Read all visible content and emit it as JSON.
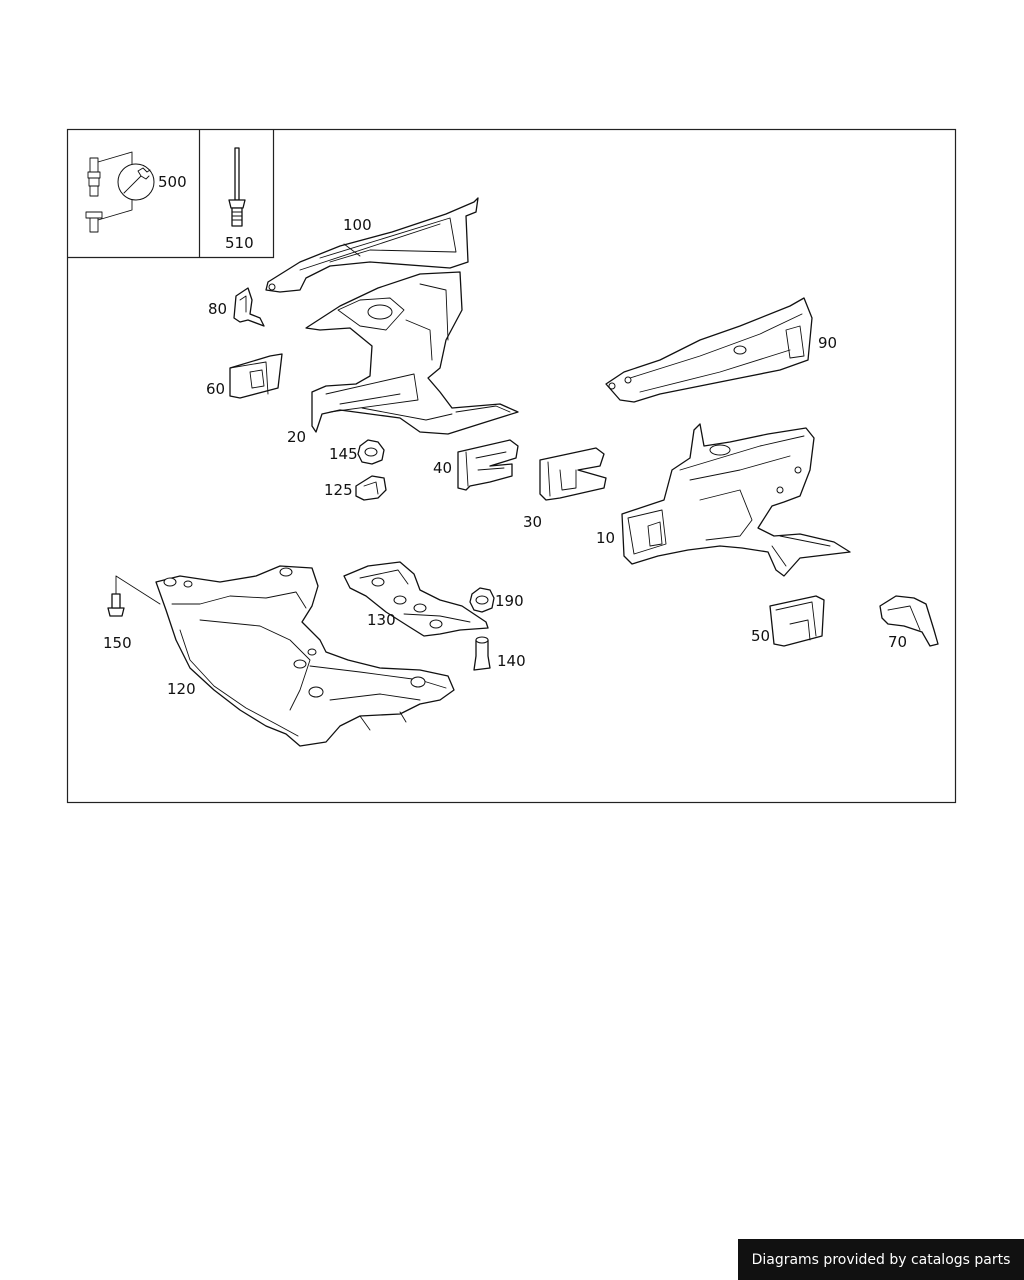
{
  "labels": {
    "p500": "500",
    "p510": "510",
    "p100": "100",
    "p80": "80",
    "p60": "60",
    "p20": "20",
    "p145": "145",
    "p125": "125",
    "p40": "40",
    "p30": "30",
    "p10": "10",
    "p90": "90",
    "p150": "150",
    "p120": "120",
    "p130": "130",
    "p190": "190",
    "p140": "140",
    "p50": "50",
    "p70": "70"
  },
  "footer": {
    "text": "Diagrams provided by catalogs parts"
  }
}
